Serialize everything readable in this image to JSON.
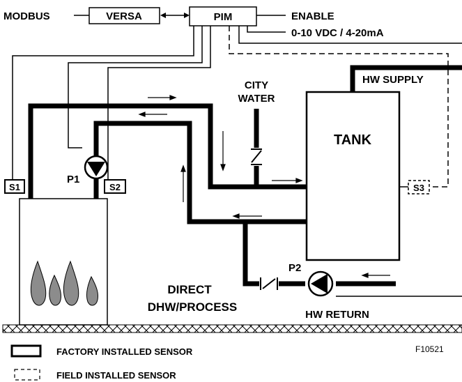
{
  "labels": {
    "modbus": "MODBUS",
    "versa": "VERSA",
    "pim": "PIM",
    "enable": "ENABLE",
    "analog_input": "0-10 VDC / 4-20mA",
    "city_water_1": "CITY",
    "city_water_2": "WATER",
    "hw_supply": "HW SUPPLY",
    "tank": "TANK",
    "s1": "S1",
    "s2": "S2",
    "s3": "S3",
    "p1": "P1",
    "p2": "P2",
    "direct_1": "DIRECT",
    "direct_2": "DHW/PROCESS",
    "hw_return": "HW RETURN",
    "figure_id": "F10521"
  },
  "legend": {
    "factory": "FACTORY INSTALLED SENSOR",
    "field": "FIELD INSTALLED SENSOR"
  },
  "colors": {
    "line": "#000000",
    "flame": "#8c8c8c",
    "ground_hatch": "#000000"
  }
}
